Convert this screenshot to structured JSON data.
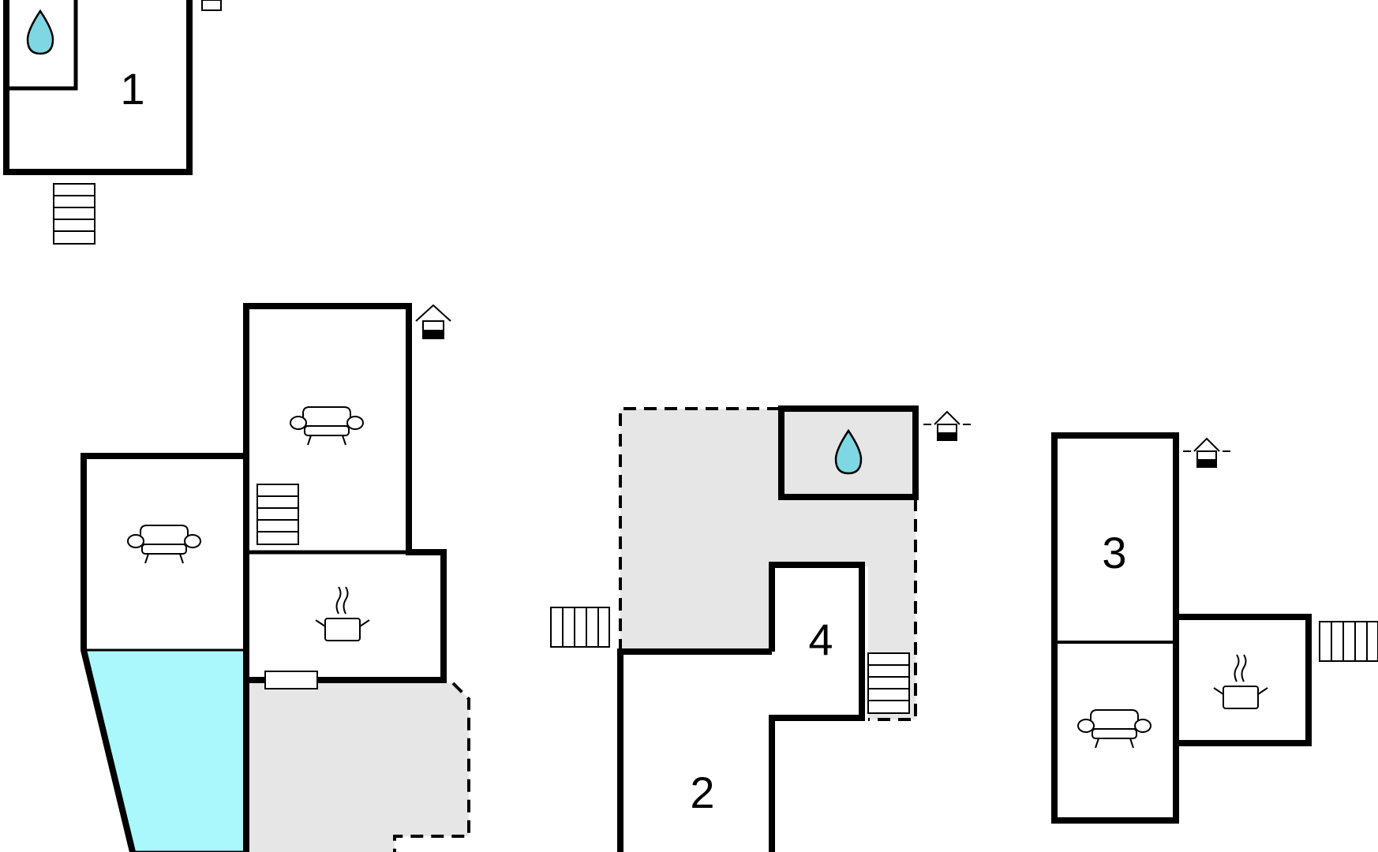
{
  "rooms": [
    {
      "id": "room-1",
      "label": "1"
    },
    {
      "id": "room-2",
      "label": "2"
    },
    {
      "id": "room-3",
      "label": "3"
    },
    {
      "id": "room-4",
      "label": "4"
    }
  ],
  "icons": {
    "bathroom": "water-drop-icon",
    "living": "sofa-icon",
    "kitchen": "cooking-pot-icon",
    "stairs": "stairs-icon",
    "entrance": "house-entrance-icon",
    "window": "window-icon"
  },
  "colors": {
    "walls": "#000000",
    "terrace": "#e6e6e6",
    "pool": "#aaf8fb",
    "water_drop": "#7fd7e3",
    "background": "#ffffff"
  }
}
